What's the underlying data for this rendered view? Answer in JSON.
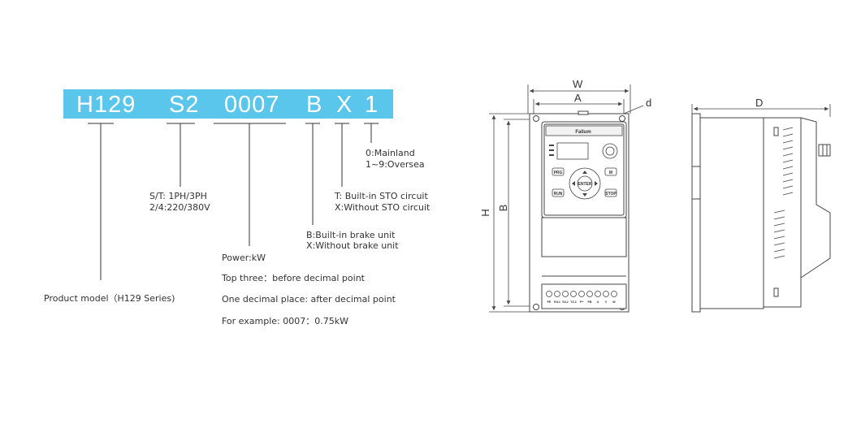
{
  "model_code": {
    "segments": [
      "H129",
      "S2",
      "0007",
      "B",
      "X",
      "1"
    ],
    "bar_color": "#5bc6ec"
  },
  "legend": {
    "product": "Product model（H129 Series)",
    "voltage": [
      "S/T: 1PH/3PH",
      "2/4:220/380V"
    ],
    "power": [
      "Power:kW",
      "Top three：before decimal point",
      "One decimal place: after decimal point",
      "For example: 0007：0.75kW"
    ],
    "brake": [
      "B:Built-in brake unit",
      "X:Without brake unit"
    ],
    "sto": [
      "T: Built-in STO circuit",
      "X:Without STO circuit"
    ],
    "region": [
      "0:Mainland",
      "1~9:Oversea"
    ]
  },
  "drawing": {
    "dims": {
      "W": "W",
      "A": "A",
      "d": "d",
      "H": "H",
      "B": "B",
      "D": "D"
    },
    "brand": "Fallum",
    "keypad": {
      "enter": "ENTER",
      "prg": "PRG",
      "m": "M",
      "run": "RUN",
      "stop": "STOP"
    },
    "terminals": [
      "PE",
      "R/L1",
      "S/L2",
      "T/L3",
      "P+",
      "PB",
      "U",
      "V",
      "W"
    ]
  }
}
